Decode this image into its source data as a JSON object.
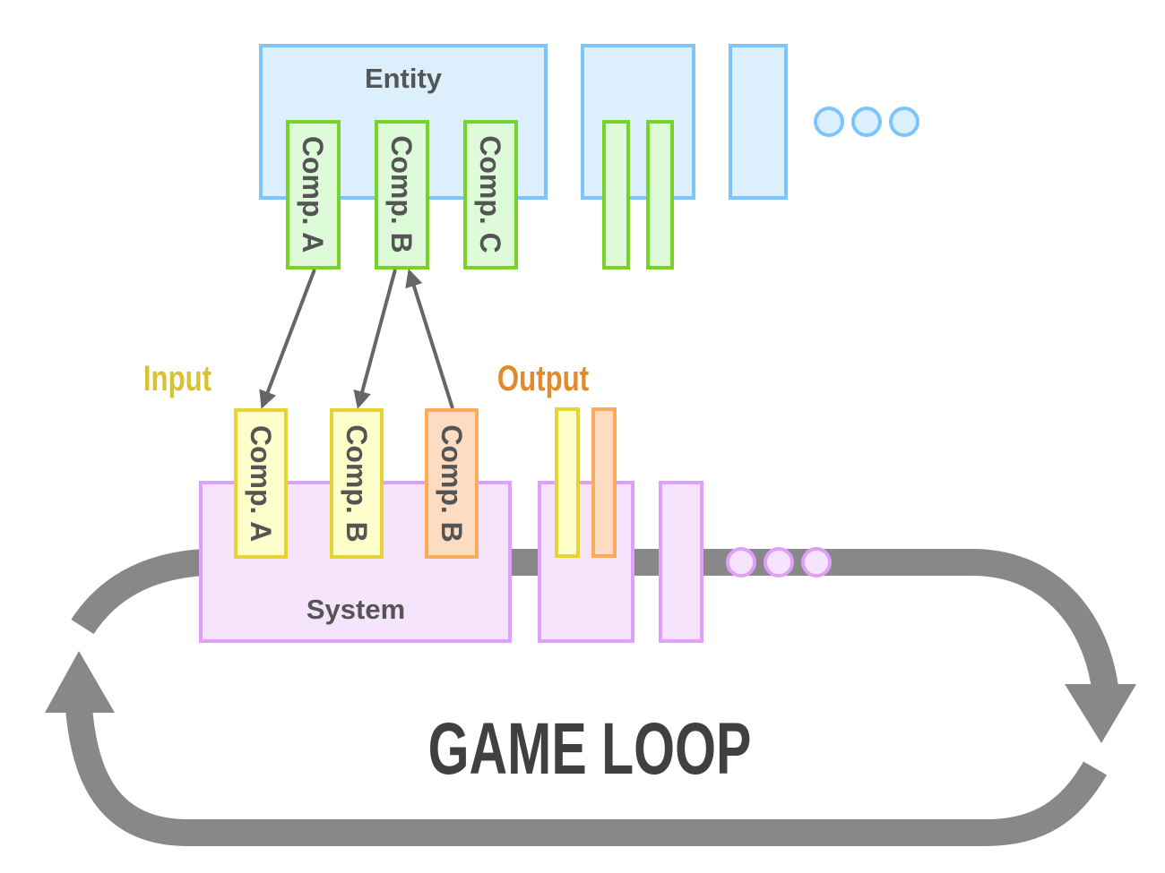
{
  "title": "GAME LOOP",
  "entity": {
    "label": "Entity",
    "components": [
      "Comp. A",
      "Comp. B",
      "Comp. C"
    ]
  },
  "system": {
    "label": "System",
    "input_label": "Input",
    "output_label": "Output",
    "input_components": [
      "Comp. A",
      "Comp. B"
    ],
    "output_components": [
      "Comp. B"
    ]
  },
  "colors": {
    "entity_fill": "#dbeffd",
    "entity_stroke": "#7dc4fb",
    "component_fill": "#ddfbd8",
    "component_stroke": "#77d32a",
    "system_fill": "#f6e4fd",
    "system_stroke": "#df9ffb",
    "input_fill": "#ffffcc",
    "input_stroke": "#e6d435",
    "output_fill": "#fedcc2",
    "output_stroke": "#fcab5b",
    "input_text": "#d8c234",
    "output_text": "#e08a2c",
    "loop": "#888888",
    "title_text": "#404040",
    "arrow": "#666666"
  }
}
